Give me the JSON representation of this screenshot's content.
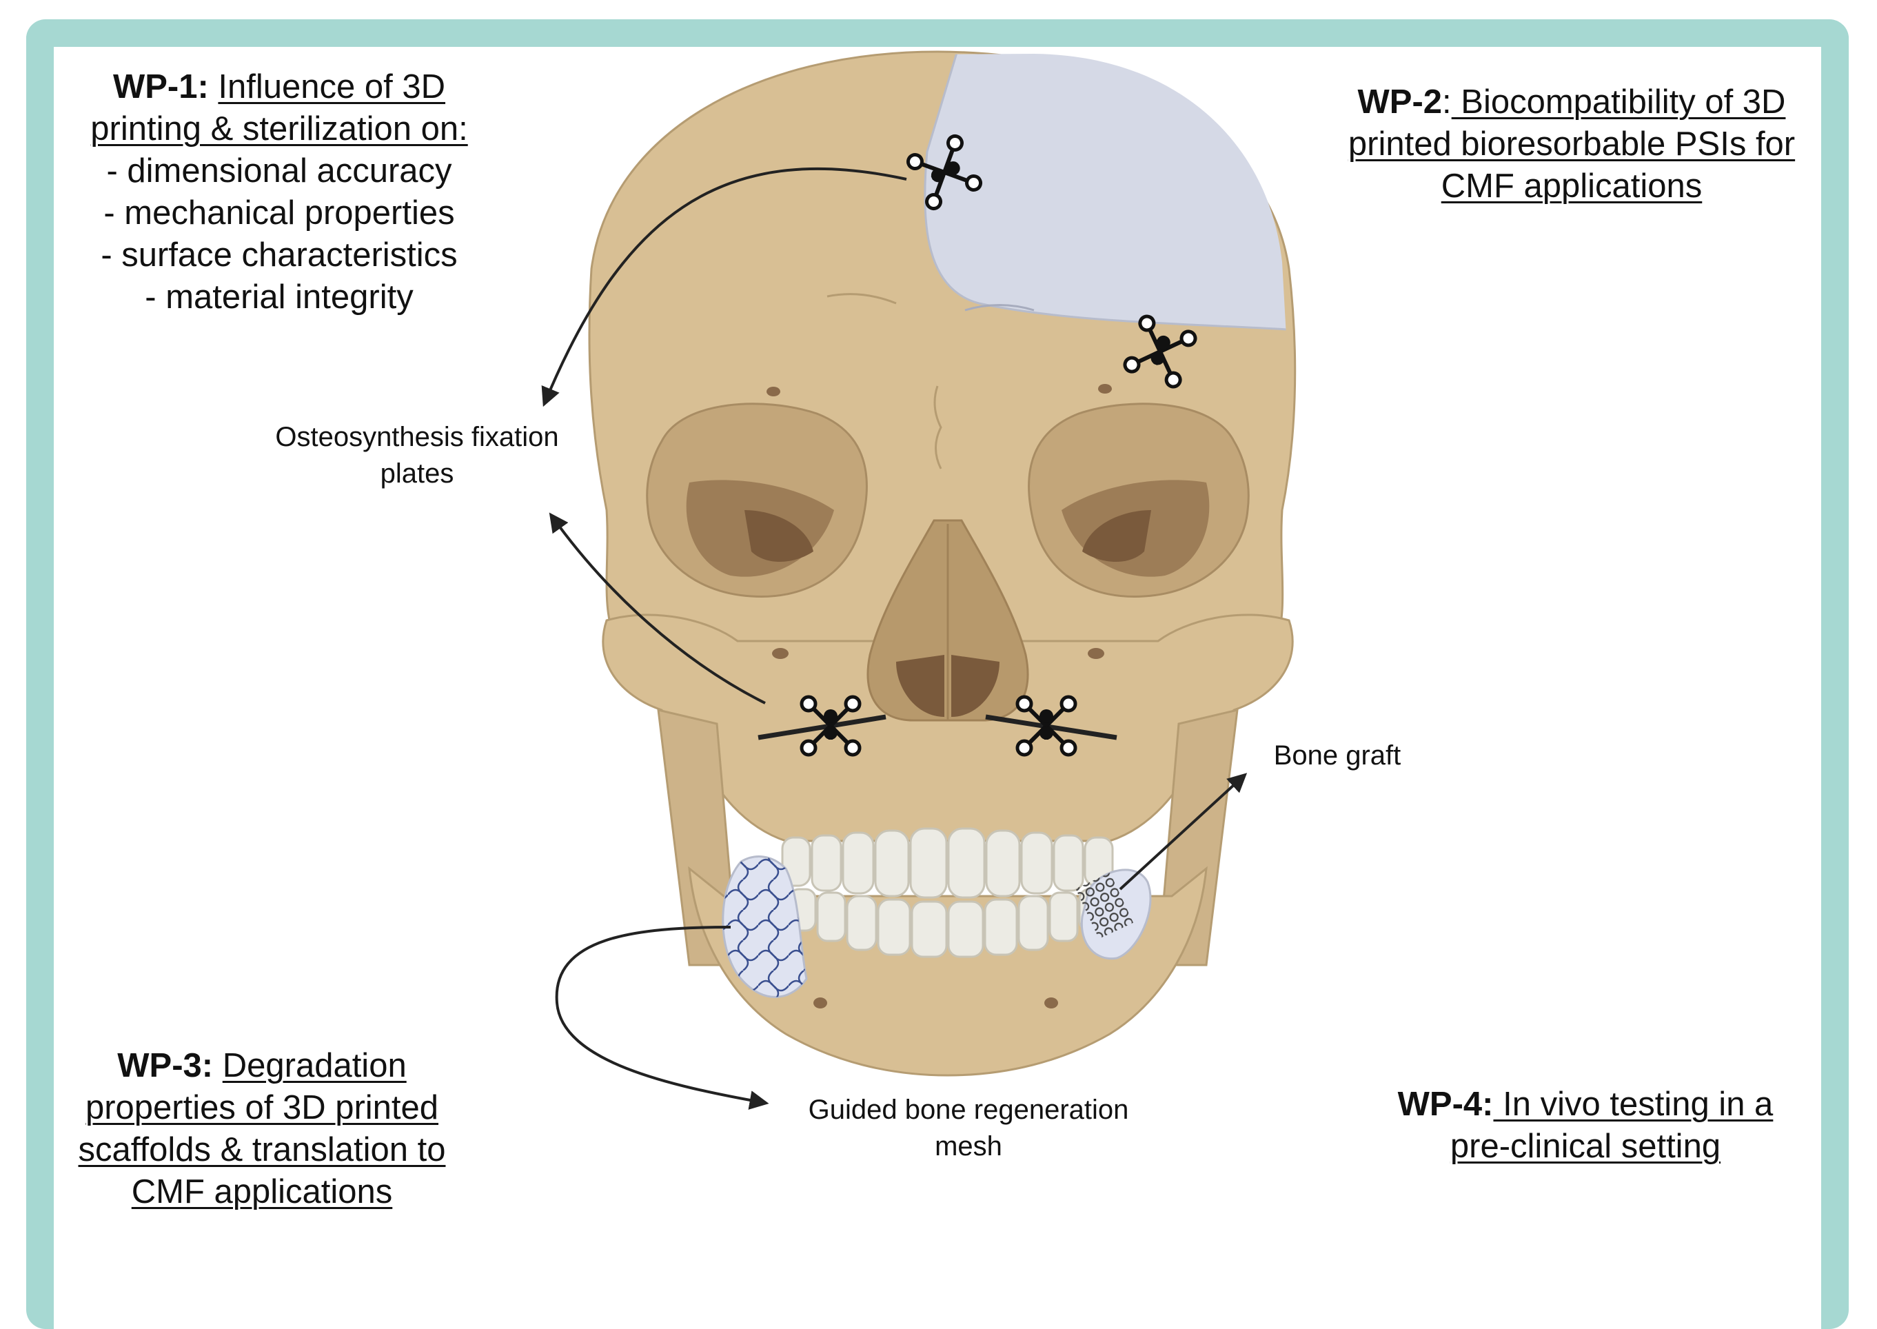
{
  "colors": {
    "frame": "#a6d8d2",
    "bone": "#d8bf94",
    "bone_shadow": "#bfa377",
    "bone_dark": "#8a6a4a",
    "implant": "#d5d9e6",
    "arrow": "#222222"
  },
  "wp1": {
    "tag": "WP-1:",
    "title_line1": "Influence of 3D",
    "title_line2": "printing & sterilization on:",
    "items": [
      "- dimensional accuracy",
      "- mechanical properties",
      "- surface characteristics",
      "- material integrity"
    ]
  },
  "wp2": {
    "tag": "WP-2",
    "sep": ":",
    "title_line1": " Biocompatibility of 3D",
    "title_line2": "printed bioresorbable PSIs for",
    "title_line3": "CMF applications"
  },
  "wp3": {
    "tag": "WP-3:",
    "title_line1": "Degradation",
    "title_line2": "properties of 3D printed",
    "title_line3": "scaffolds & translation to",
    "title_line4": "CMF applications"
  },
  "wp4": {
    "tag": "WP-4:",
    "title_line1": " In vivo testing in a",
    "title_line2": "pre-clinical setting"
  },
  "labels": {
    "fixation_line1": "Osteosynthesis fixation",
    "fixation_line2": "plates",
    "bone_graft": "Bone graft",
    "mesh_line1": "Guided bone regeneration",
    "mesh_line2": "mesh"
  }
}
